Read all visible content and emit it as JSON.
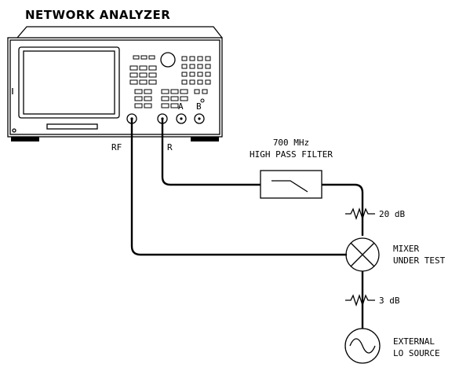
{
  "title": "NETWORK ANALYZER",
  "ports": {
    "rf": "RF",
    "r": "R",
    "a": "A",
    "b": "B"
  },
  "filter": {
    "line1": "700 MHz",
    "line2": "HIGH PASS FILTER"
  },
  "attenuators": {
    "top": "20 dB",
    "bottom": "3 dB"
  },
  "mixer": {
    "line1": "MIXER",
    "line2": "UNDER TEST"
  },
  "lo_source": {
    "line1": "EXTERNAL",
    "line2": "LO SOURCE"
  }
}
